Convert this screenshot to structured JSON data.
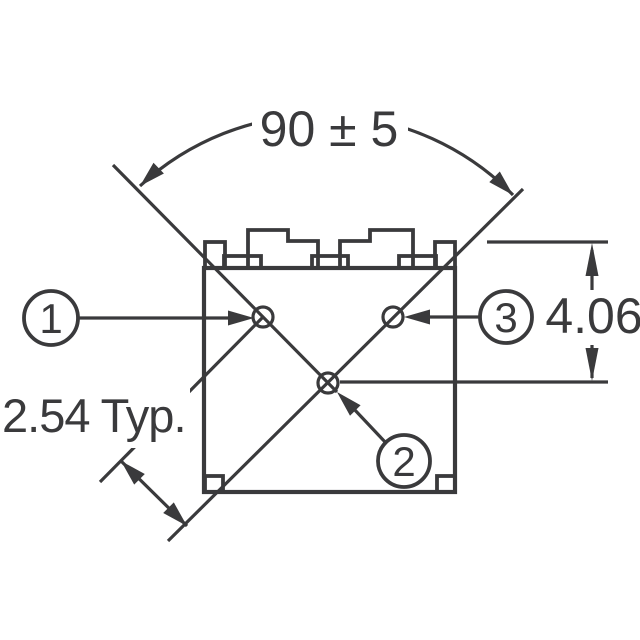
{
  "drawing": {
    "background": "#ffffff",
    "ink_color": "#3a3a3c",
    "dimensions": {
      "angle": "90 ± 5",
      "height": "4.06",
      "pitch": "2.54 Typ."
    },
    "pins": [
      {
        "label": "1"
      },
      {
        "label": "2"
      },
      {
        "label": "3"
      }
    ]
  }
}
